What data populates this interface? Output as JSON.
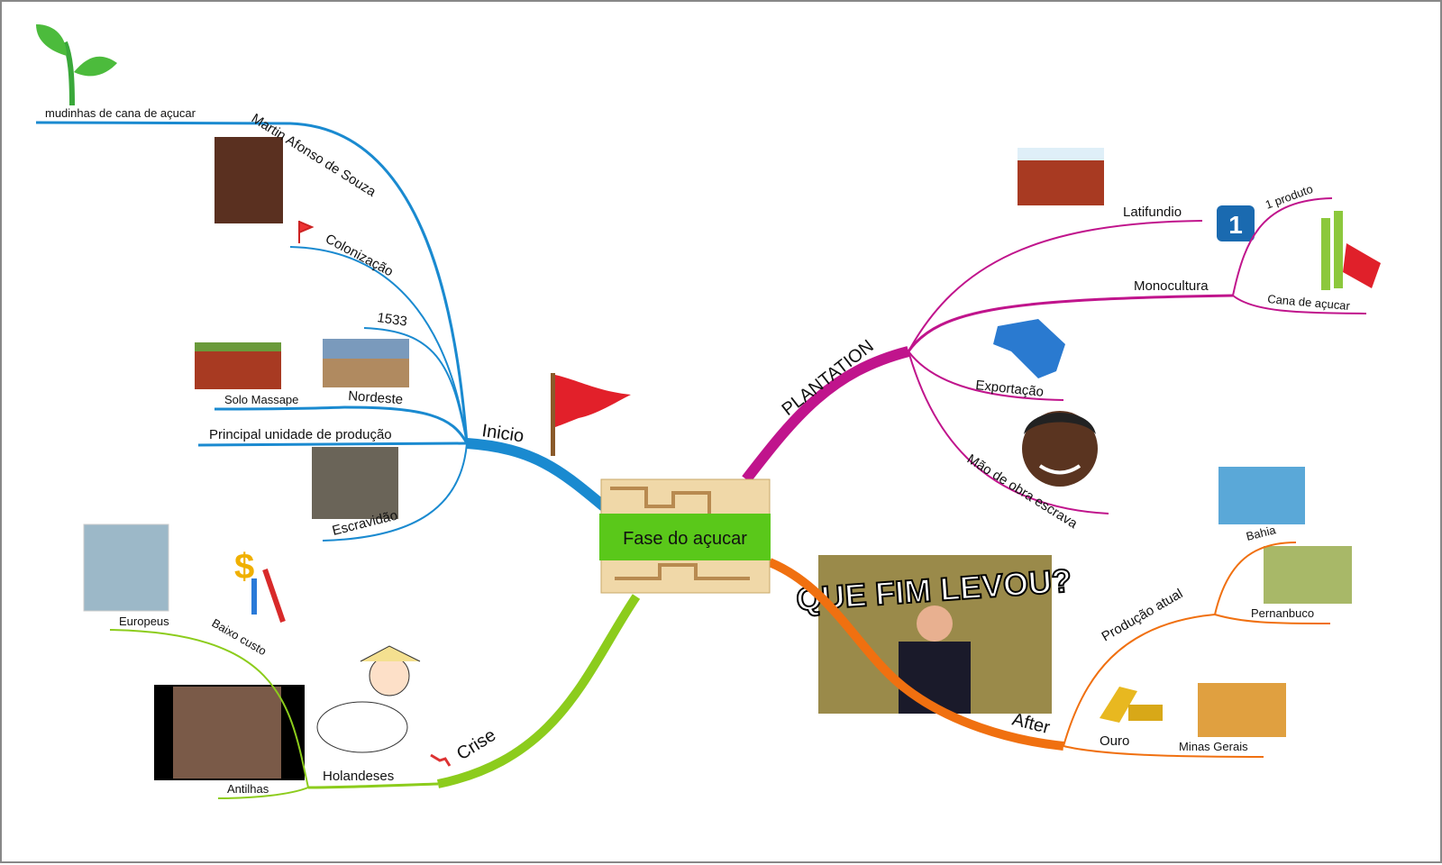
{
  "central": {
    "label": "Fase do açucar"
  },
  "branches": {
    "inicio": {
      "label": "Inicio",
      "color": "#1a8ad0",
      "children": [
        "mudinhas de cana de açucar",
        "Martin Afonso de Souza",
        "Colonização",
        "1533",
        "Solo Massape",
        "Nordeste",
        "Principal unidade de produção",
        "Escravidão"
      ]
    },
    "plantation": {
      "label": "PLANTATION",
      "color": "#c0148c",
      "children": [
        "Latifundio",
        "Monocultura",
        "1 produto",
        "Cana de açucar",
        "Exportação",
        "Mão de obra escrava"
      ],
      "badge": "1"
    },
    "crise": {
      "label": "Crise",
      "color": "#8ccc1c",
      "children": [
        "Holandeses",
        "Antilhas",
        "Baixo custo",
        "Europeus"
      ]
    },
    "after": {
      "label": "After",
      "color": "#f07010",
      "children": [
        "Produção atual",
        "Bahia",
        "Pernanbuco",
        "Ouro",
        "Minas Gerais"
      ],
      "image_text": "QUE FIM LEVOU?"
    }
  }
}
